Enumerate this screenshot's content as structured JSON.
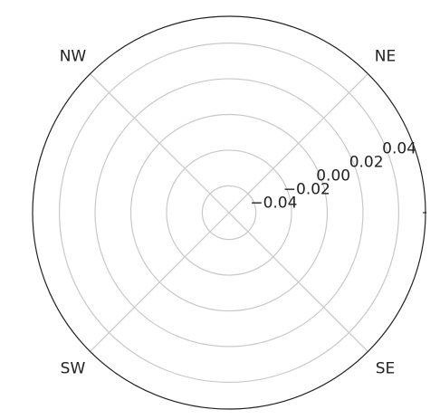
{
  "chart_data": {
    "type": "scatter",
    "projection": "polar",
    "series": [],
    "r_ticks": [
      -0.04,
      -0.02,
      0.0,
      0.02,
      0.04
    ],
    "r_tick_labels": [
      "−0.04",
      "−0.02",
      "0.00",
      "0.02",
      "0.04"
    ],
    "rlim": [
      -0.055,
      0.055
    ],
    "angle_labels": [
      "NE",
      "NW",
      "SW",
      "SE"
    ],
    "angle_label_degrees": [
      45,
      135,
      225,
      315
    ],
    "grid": true,
    "title": "",
    "legend": "none",
    "colors": {
      "grid": "#c8c8c8",
      "spine": "#222222",
      "text": "#222222"
    }
  }
}
